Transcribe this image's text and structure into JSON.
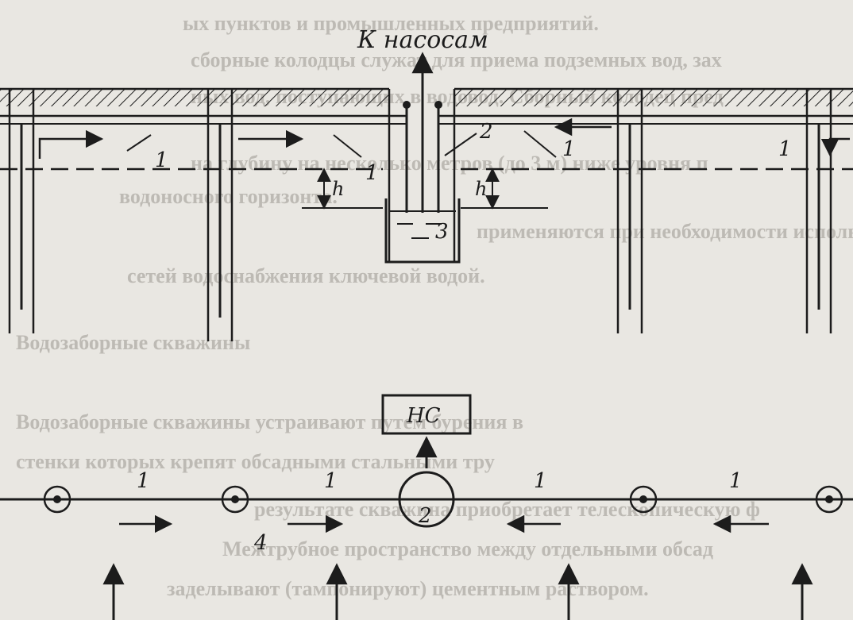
{
  "diagram": {
    "top_label": "К насосам",
    "station_label": "НС",
    "labels": {
      "pipe": "1",
      "pump_pipe": "2",
      "tank": "3",
      "plan_line": "4",
      "depth": "h"
    }
  },
  "background_text": [
    "ых пунктов и промышленных предприятий.",
    "сборные колодцы служат для приема подземных вод, зах",
    "ных вод, поступающих в водовод. Сборный колодец пред",
    "на глубину на несколько метров (до 3 м) ниже уровня п",
    "водоносного горизонта.",
    "применяются при необходимости исполь",
    "сетей водоснабжения ключевой водой.",
    "Водозаборные скважины",
    "Водозаборные скважины устраивают путем бурения в",
    "стенки которых крепят обсадными стальными тру",
    "результате скважина приобретает телескопическую ф",
    "Межтрубное пространство между отдельными обсад",
    "заделывают (тампонируют) цементным раствором."
  ],
  "colors": {
    "ink": "#1c1c1c",
    "paper": "#e9e7e2",
    "bleed": "#bdbab4"
  }
}
